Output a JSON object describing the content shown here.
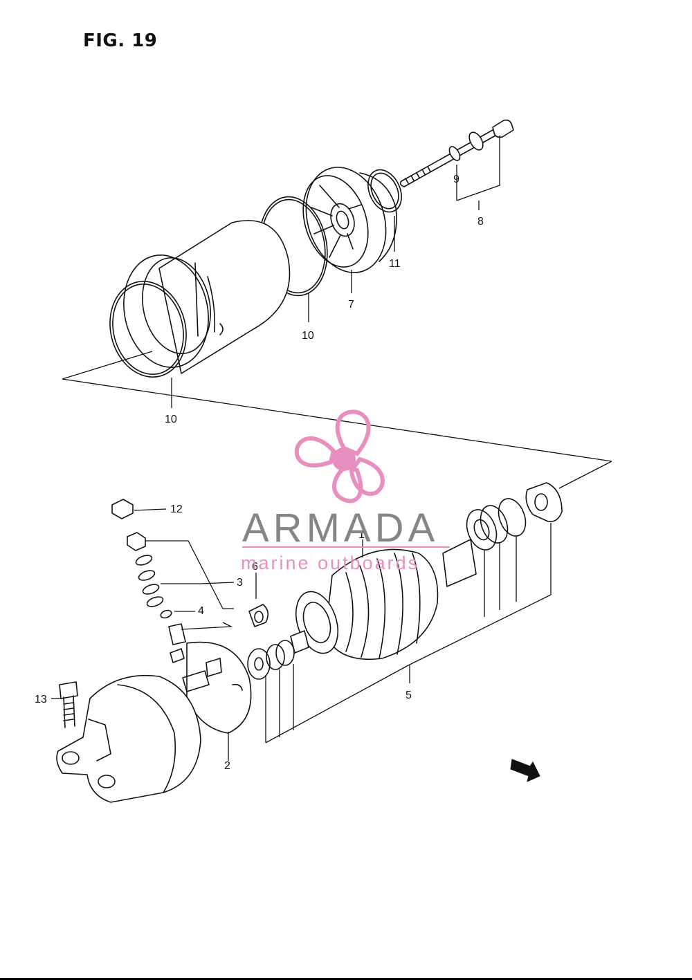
{
  "figure": {
    "title": "FIG. 19"
  },
  "callouts": {
    "c1": "1",
    "c2": "2",
    "c3": "3",
    "c4": "4",
    "c5": "5",
    "c6": "6",
    "c7": "7",
    "c8": "8",
    "c9": "9",
    "c10a": "10",
    "c10b": "10",
    "c11": "11",
    "c12": "12",
    "c13": "13"
  },
  "watermark": {
    "brand": "ARMADA",
    "tagline": "marine outboards",
    "colors": {
      "brand_text": "#858585",
      "tagline_text": "#e88fbf",
      "propeller": "#e88fbf"
    }
  },
  "icons": {
    "front_arrow": "front-direction-arrow-icon",
    "logo": "propeller-logo-icon"
  }
}
